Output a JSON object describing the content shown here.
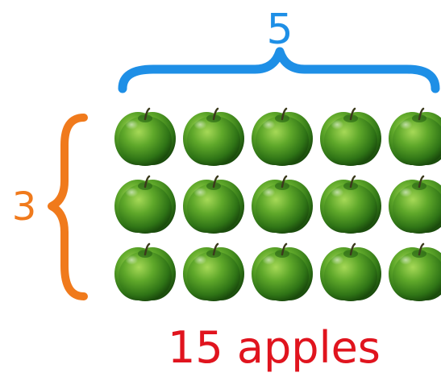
{
  "diagram": {
    "columns_label": "5",
    "rows_label": "3",
    "total_label": "15 apples",
    "columns": 5,
    "rows": 3,
    "colors": {
      "columns_brace": "#1e8fe6",
      "rows_brace": "#f07a1c",
      "total_text": "#e0141e",
      "apple_light": "#8cc63a",
      "apple_mid": "#4c9a22",
      "apple_dark": "#1f5a10"
    },
    "apple_icon": "green-apple-icon"
  }
}
